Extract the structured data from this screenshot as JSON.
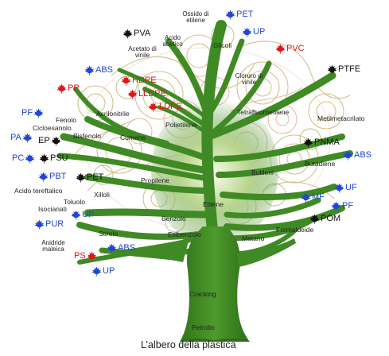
{
  "caption": "L’albero della plastica",
  "colors": {
    "blue": "#1f46d8",
    "red": "#e0151b",
    "black": "#111111",
    "trunk": "#3f8a24",
    "swirl_gold": "#c9b77a",
    "swirl_pink": "#e4a78f"
  },
  "icon": "maple-leaf-icon",
  "intermediates": {
    "ossido_di_etilene": "Ossido di etilene",
    "acido_acetico": "Acido acetico",
    "acetato_di_vinile": "Acetato di vinile",
    "glicoli": "Glicoli",
    "cloruro_di_vinile": "Cloruro di vinile",
    "tetrafluoroetilene": "Tetrafluoroetilene",
    "metilmetacrilato": "Metilmetacrilato",
    "acrilonitrile": "Acrilonitrile",
    "polietilene": "Polietilene",
    "fenolo": "Fenolo",
    "cicloesanolo": "Cicloesanolo",
    "bisfenolo": "Bisfenolo",
    "cumene": "Cumene",
    "butileni": "Butileni",
    "butadiene": "Butadiene",
    "propilene": "Propilene",
    "acido_tereftalico": "Acido tereftalico",
    "xilloli": "Xilloli",
    "toluolo": "Toluolo",
    "isocianati": "Isocianati",
    "etilene": "Etilene",
    "benzolo": "Benzolo",
    "stirolo": "Stirolo",
    "etilbenzolo": "Etilbenzolo",
    "formaldeide": "Formaldeide",
    "metano": "Metano",
    "anidride_maleica": "Anidride maleica",
    "cracking": "Cracking",
    "petrolio": "Petrolio"
  },
  "plastics": {
    "pet_top": {
      "text": "PET",
      "color": "blue"
    },
    "up_top": {
      "text": "UP",
      "color": "blue"
    },
    "pva": {
      "text": "PVA",
      "color": "black"
    },
    "pvc": {
      "text": "PVC",
      "color": "red"
    },
    "abs_left": {
      "text": "ABS",
      "color": "blue"
    },
    "ptfe": {
      "text": "PTFE",
      "color": "black"
    },
    "hdpe": {
      "text": "HDPE",
      "color": "red"
    },
    "pp": {
      "text": "PP",
      "color": "red"
    },
    "lldpe": {
      "text": "LLDPE",
      "color": "red"
    },
    "ldpe": {
      "text": "LDPE",
      "color": "red"
    },
    "pf": {
      "text": "PF",
      "color": "blue"
    },
    "pa": {
      "text": "PA",
      "color": "blue"
    },
    "ep": {
      "text": "EP",
      "color": "black"
    },
    "pc": {
      "text": "PC",
      "color": "blue"
    },
    "psu": {
      "text": "PSU",
      "color": "black"
    },
    "pnma": {
      "text": "PNMA",
      "color": "black"
    },
    "abs_right": {
      "text": "ABS",
      "color": "blue"
    },
    "pbt": {
      "text": "PBT",
      "color": "blue"
    },
    "pet_mid": {
      "text": "PET",
      "color": "black"
    },
    "uf": {
      "text": "UF",
      "color": "blue"
    },
    "mf": {
      "text": "MF",
      "color": "blue"
    },
    "pf_right": {
      "text": "PF",
      "color": "blue"
    },
    "up_mid": {
      "text": "UP",
      "color": "blue"
    },
    "pom": {
      "text": "POM",
      "color": "black"
    },
    "pur": {
      "text": "PUR",
      "color": "blue"
    },
    "abs_bottom": {
      "text": "ABS",
      "color": "blue"
    },
    "ps": {
      "text": "PS",
      "color": "red"
    },
    "up_bottom": {
      "text": "UP",
      "color": "blue"
    }
  }
}
